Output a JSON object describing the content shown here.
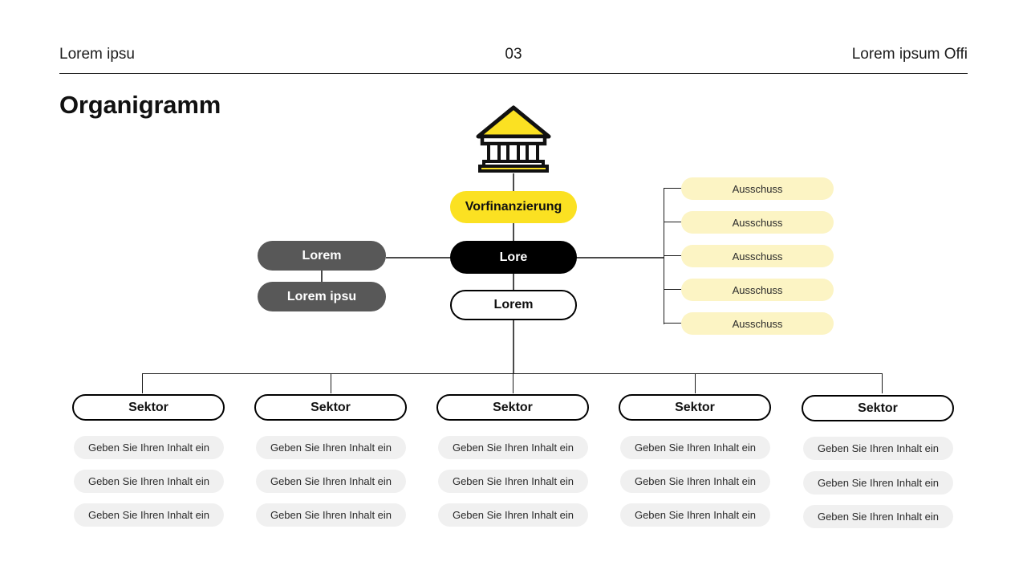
{
  "header": {
    "left": "Lorem ipsu",
    "page_number": "03",
    "right": "Lorem ipsum Offi"
  },
  "title": "Organigramm",
  "icon": {
    "name": "bank-institution-icon",
    "roof_color": "#fbe122",
    "base_color": "#fbe122",
    "outline_color": "#111111",
    "column_color": "#ffffff"
  },
  "colors": {
    "accent_yellow": "#fbe122",
    "pale_yellow": "#fcf4c4",
    "gray_node": "#585858",
    "soft_gray": "#f0f0f0",
    "black": "#000000",
    "line": "#4a4a4a"
  },
  "center_chain": [
    {
      "label": "Vorfinanzierung",
      "style": "yellow"
    },
    {
      "label": "Lore",
      "style": "black"
    },
    {
      "label": "Lorem",
      "style": "outline"
    }
  ],
  "left_branch": [
    {
      "label": "Lorem"
    },
    {
      "label": "Lorem ipsu"
    }
  ],
  "right_branch": [
    {
      "label": "Ausschuss"
    },
    {
      "label": "Ausschuss"
    },
    {
      "label": "Ausschuss"
    },
    {
      "label": "Ausschuss"
    },
    {
      "label": "Ausschuss"
    }
  ],
  "sectors": [
    {
      "label": "Sektor",
      "items": [
        "Geben Sie Ihren Inhalt ein",
        "Geben Sie Ihren Inhalt ein",
        "Geben Sie Ihren Inhalt ein"
      ]
    },
    {
      "label": "Sektor",
      "items": [
        "Geben Sie Ihren Inhalt ein",
        "Geben Sie Ihren Inhalt ein",
        "Geben Sie Ihren Inhalt ein"
      ]
    },
    {
      "label": "Sektor",
      "items": [
        "Geben Sie Ihren Inhalt ein",
        "Geben Sie Ihren Inhalt ein",
        "Geben Sie Ihren Inhalt ein"
      ]
    },
    {
      "label": "Sektor",
      "items": [
        "Geben Sie Ihren Inhalt ein",
        "Geben Sie Ihren Inhalt ein",
        "Geben Sie Ihren Inhalt ein"
      ]
    },
    {
      "label": "Sektor",
      "items": [
        "Geben Sie Ihren Inhalt ein",
        "Geben Sie Ihren Inhalt ein",
        "Geben Sie Ihren Inhalt ein"
      ]
    }
  ]
}
